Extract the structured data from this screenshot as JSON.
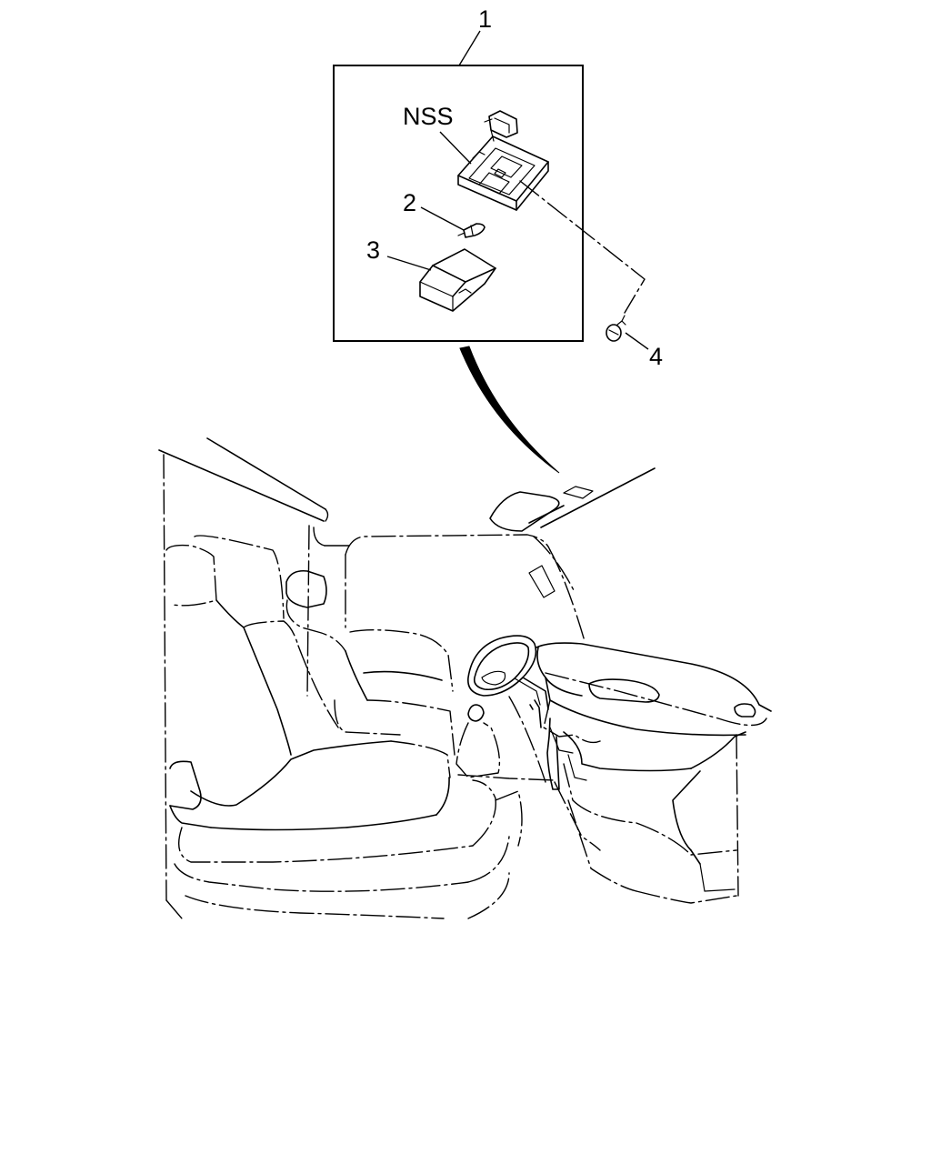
{
  "callouts": {
    "item1": "1",
    "item2": "2",
    "item3": "3",
    "item4": "4",
    "nss": "NSS"
  }
}
